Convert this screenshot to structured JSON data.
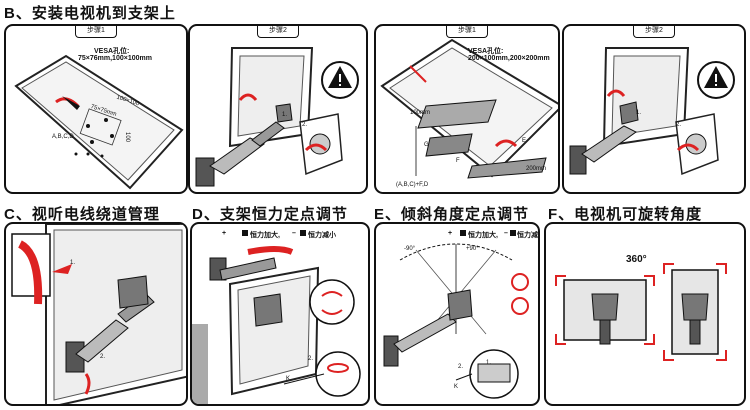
{
  "section_b": {
    "title": "B、安装电视机到支架上",
    "panel1": {
      "step": "步骤1",
      "vesa_label": "VESA孔位:",
      "vesa_values": "75×76mm,100×100mm",
      "hole_label": "A,B,C,D",
      "dim1": "100×100",
      "dim2": "75×75mm",
      "dim3": "100"
    },
    "panel2": {
      "step": "步骤2",
      "n1": "1.",
      "n2": "2."
    },
    "panel3": {
      "step": "步骤1",
      "vesa_label": "VESA孔位:",
      "vesa_values": "200×100mm,200×200mm",
      "dim_a": "100mm",
      "dim_b": "200mm",
      "lbl_g": "G",
      "lbl_f": "F",
      "lbl_e": "E",
      "lbl_abcd": "(A,B,C)+F,D"
    },
    "panel4": {
      "step": "步骤2",
      "n1": "1.",
      "n2": "2."
    }
  },
  "section_c": {
    "title": "C、视听电线绕道管理",
    "n1": "1.",
    "n2": "2."
  },
  "section_d": {
    "title": "D、支架恒力定点调节",
    "plus": "+",
    "plus_text": "恒力加大,",
    "minus": "–",
    "minus_text": "恒力减小",
    "n2": "2.",
    "k": "K"
  },
  "section_e": {
    "title": "E、倾斜角度定点调节",
    "plus": "+",
    "plus_text": "恒力加大,",
    "minus": "–",
    "minus_text": "恒力减小",
    "angle_neg": "-90°",
    "angle_pos": "+90°",
    "n1": "1.",
    "n2": "2.",
    "k": "K"
  },
  "section_f": {
    "title": "F、电视机可旋转角度",
    "degree": "360°"
  }
}
